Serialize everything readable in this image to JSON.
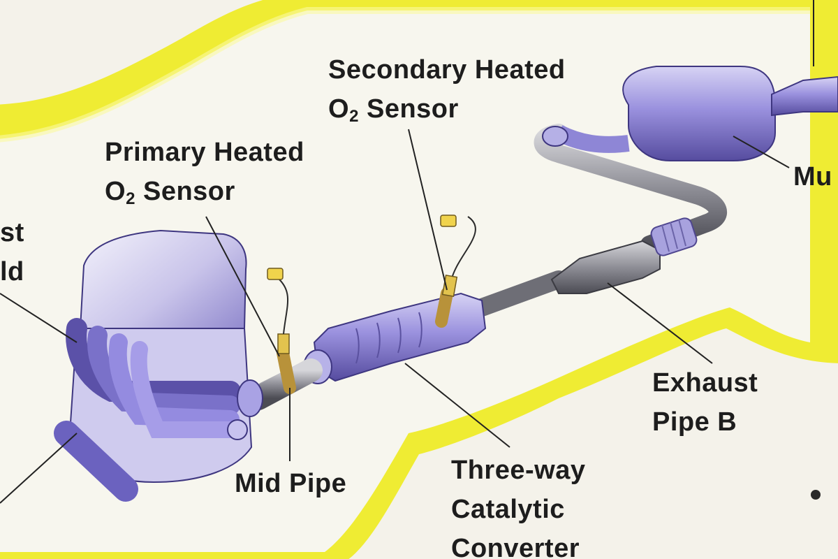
{
  "labels": {
    "secondary_sensor": {
      "line1": "Secondary Heated",
      "line2_main": "O",
      "line2_sub": "2",
      "line2_rest": " Sensor"
    },
    "primary_sensor": {
      "line1": "Primary Heated",
      "line2_main": "O",
      "line2_sub": "2",
      "line2_rest": " Sensor"
    },
    "manifold_partial": {
      "line1": "st",
      "line2": "ld"
    },
    "muffler_partial": "Mu",
    "mid_pipe": "Mid Pipe",
    "exhaust_pipe_b": {
      "line1": "Exhaust",
      "line2": "Pipe B"
    },
    "catalytic_converter": {
      "line1": "Three-way",
      "line2": "Catalytic",
      "line3": "Converter"
    }
  },
  "colors": {
    "background": "#f4f2ea",
    "car_outline_yellow": "#f1ef3c",
    "car_interior": "#f7f6ee",
    "component_purple": "#8f86d8",
    "component_purple_dark": "#5b51a8",
    "pipe_gray": "#7b7b83",
    "sensor_gold": "#d9b53a",
    "leader_line": "#222222"
  }
}
